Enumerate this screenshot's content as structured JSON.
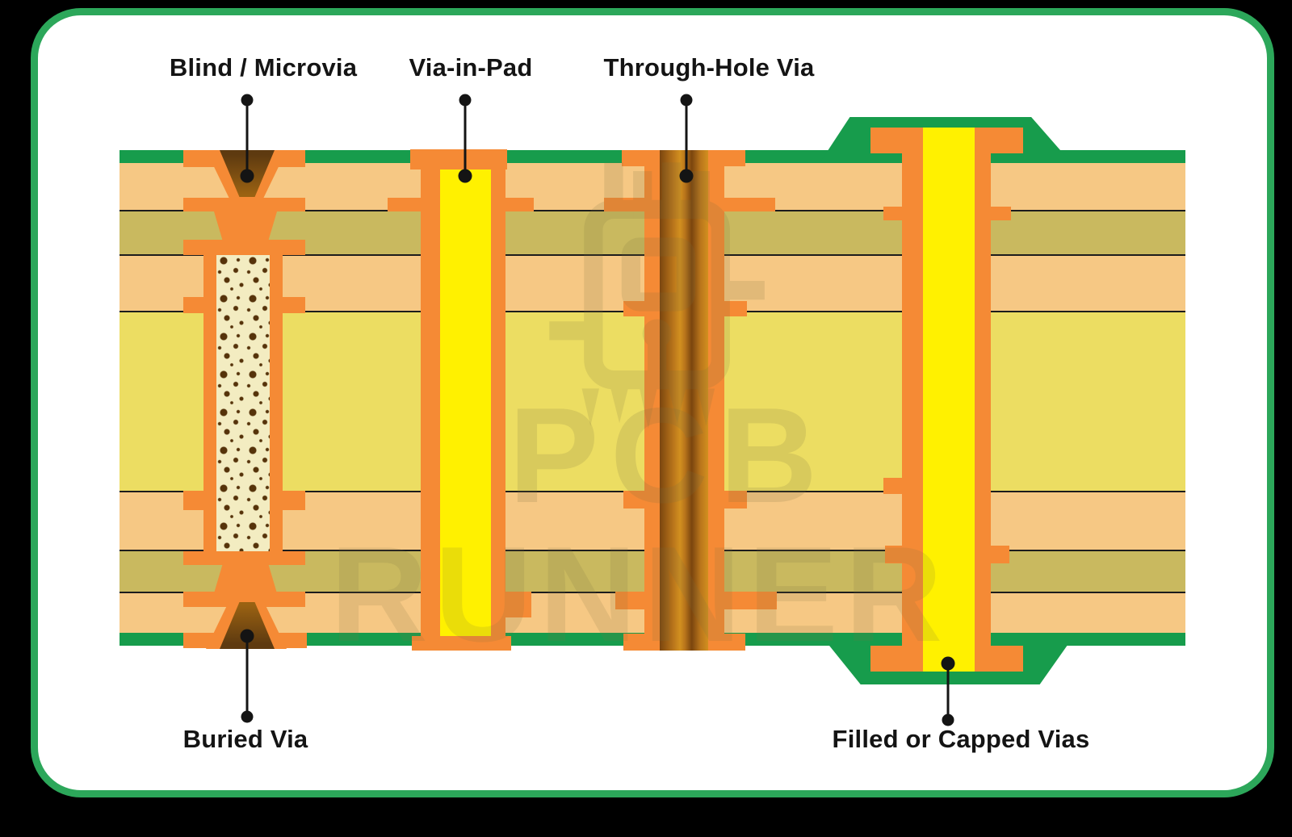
{
  "labels": {
    "blind": "Blind / Microvia",
    "via_in_pad": "Via-in-Pad",
    "through_hole": "Through-Hole Via",
    "buried": "Buried Via",
    "filled": "Filled or Capped Vias"
  },
  "watermark": {
    "line1": "PCB",
    "line2": "RUNNER",
    "icon": "chip-logo"
  },
  "colors": {
    "outer": "#000000",
    "panel": "#ffffff",
    "panel-border": "#2ca75a",
    "mask-green": "#179c4c",
    "copper-orange": "#f58a35",
    "tan": "#f6c884",
    "olive": "#c9b95f",
    "core-yellow": "#ecdd62",
    "fill-yellow": "#fff100",
    "line-dark": "#1c1c1c",
    "cu-dark": "#7a450e",
    "cu-mid": "#b9751b",
    "cu-light": "#d2901f",
    "mv-dark": "#5e3a10",
    "mv-light": "#9a6212",
    "speckle-bg": "#f3ecc1",
    "speckle-dot": "#56330a",
    "label": "#141414",
    "wm": "#7a7040"
  }
}
